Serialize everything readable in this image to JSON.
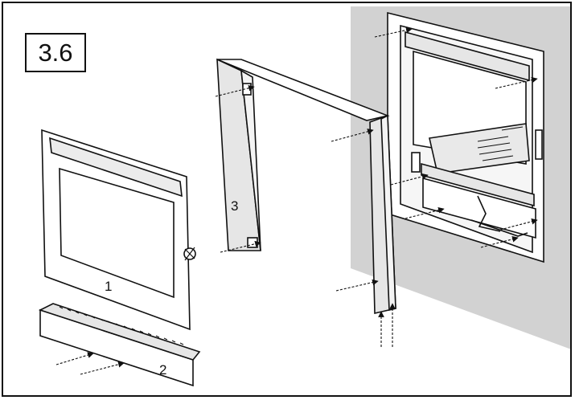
{
  "figure": {
    "label": "3.6"
  },
  "parts": [
    {
      "number": "1"
    },
    {
      "number": "2"
    },
    {
      "number": "3"
    }
  ],
  "colors": {
    "wall": "#d2d2d2",
    "line": "#111111",
    "shade": "#e6e6e6"
  }
}
